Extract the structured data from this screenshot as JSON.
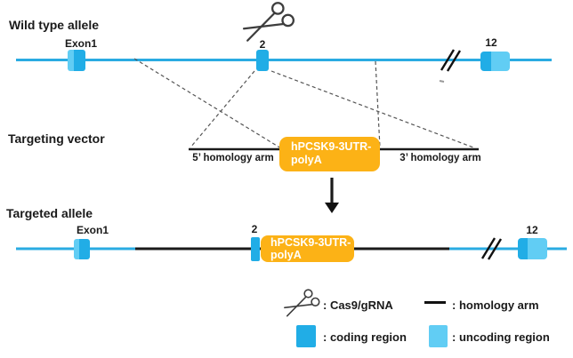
{
  "sections": {
    "wild_type": {
      "title": "Wild type allele",
      "exon1_label": "Exon1",
      "exon2_label": "2",
      "exon12_label": "12"
    },
    "vector": {
      "title": "Targeting vector",
      "cassette_line1": "hPCSK9-3UTR-",
      "cassette_line2": "polyA",
      "arm5_label": "5’ homology arm",
      "arm3_label": "3’ homology arm"
    },
    "targeted": {
      "title": "Targeted allele",
      "exon1_label": "Exon1",
      "exon2_label": "2",
      "exon12_label": "12",
      "cassette_line1": "hPCSK9-3UTR-",
      "cassette_line2": "polyA"
    },
    "legend": {
      "cas9_label": ": Cas9/gRNA",
      "homology_arm_label": ": homology arm",
      "coding_label": ": coding region",
      "uncoding_label": ": uncoding region"
    }
  },
  "colors": {
    "coding_blue": "#21ade6",
    "uncoding_blue": "#61cdf4",
    "line_blue": "#2aabe2",
    "cassette_orange": "#fcb216",
    "line_black": "#1a1a1a",
    "dash_gray": "#555555"
  }
}
